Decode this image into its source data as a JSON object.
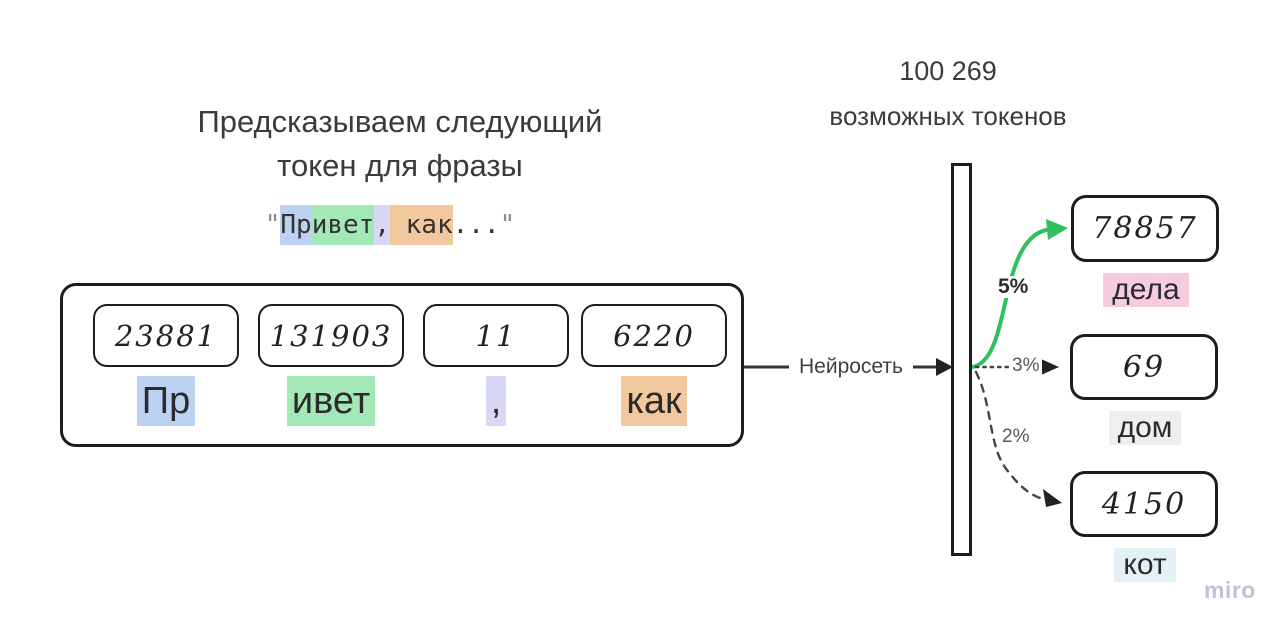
{
  "title": {
    "line1": "Предсказываем следующий",
    "line2": "токен для фразы"
  },
  "phrase": {
    "open_quote": "\"",
    "close_quote": "\"",
    "segments": [
      {
        "text": "Пр",
        "bg": "#bcd2f2"
      },
      {
        "text": "ивет",
        "bg": "#a5e8b8"
      },
      {
        "text": ",",
        "bg": "#d8d8f6"
      },
      {
        "text": " как",
        "bg": "#f2c99e"
      },
      {
        "text": "...",
        "bg": "transparent"
      }
    ]
  },
  "tokenizer": {
    "tokens": [
      {
        "id": "23881",
        "label": "Пр",
        "bg": "#bcd2f2"
      },
      {
        "id": "131903",
        "label": "ивет",
        "bg": "#a5e8b8"
      },
      {
        "id": "11",
        "label": ",",
        "bg": "#d8d8f6"
      },
      {
        "id": "6220",
        "label": "как",
        "bg": "#f2c99e"
      }
    ]
  },
  "network": {
    "label": "Нейросеть"
  },
  "vocab": {
    "line1": "100 269",
    "line2": "возможных токенов"
  },
  "predictions": [
    {
      "id": "78857",
      "label": "дела",
      "label_bg": "#f8cce0",
      "percent": "5%",
      "arrow": "solid-green"
    },
    {
      "id": "69",
      "label": "дом",
      "label_bg": "#f0efed",
      "percent": "3%",
      "arrow": "dotted"
    },
    {
      "id": "4150",
      "label": "кот",
      "label_bg": "#e2f1f6",
      "percent": "2%",
      "arrow": "dashed"
    }
  ],
  "colors": {
    "accent_green": "#2ec15e",
    "line": "#333333",
    "border": "#1c1c1c"
  },
  "watermark": "miro"
}
